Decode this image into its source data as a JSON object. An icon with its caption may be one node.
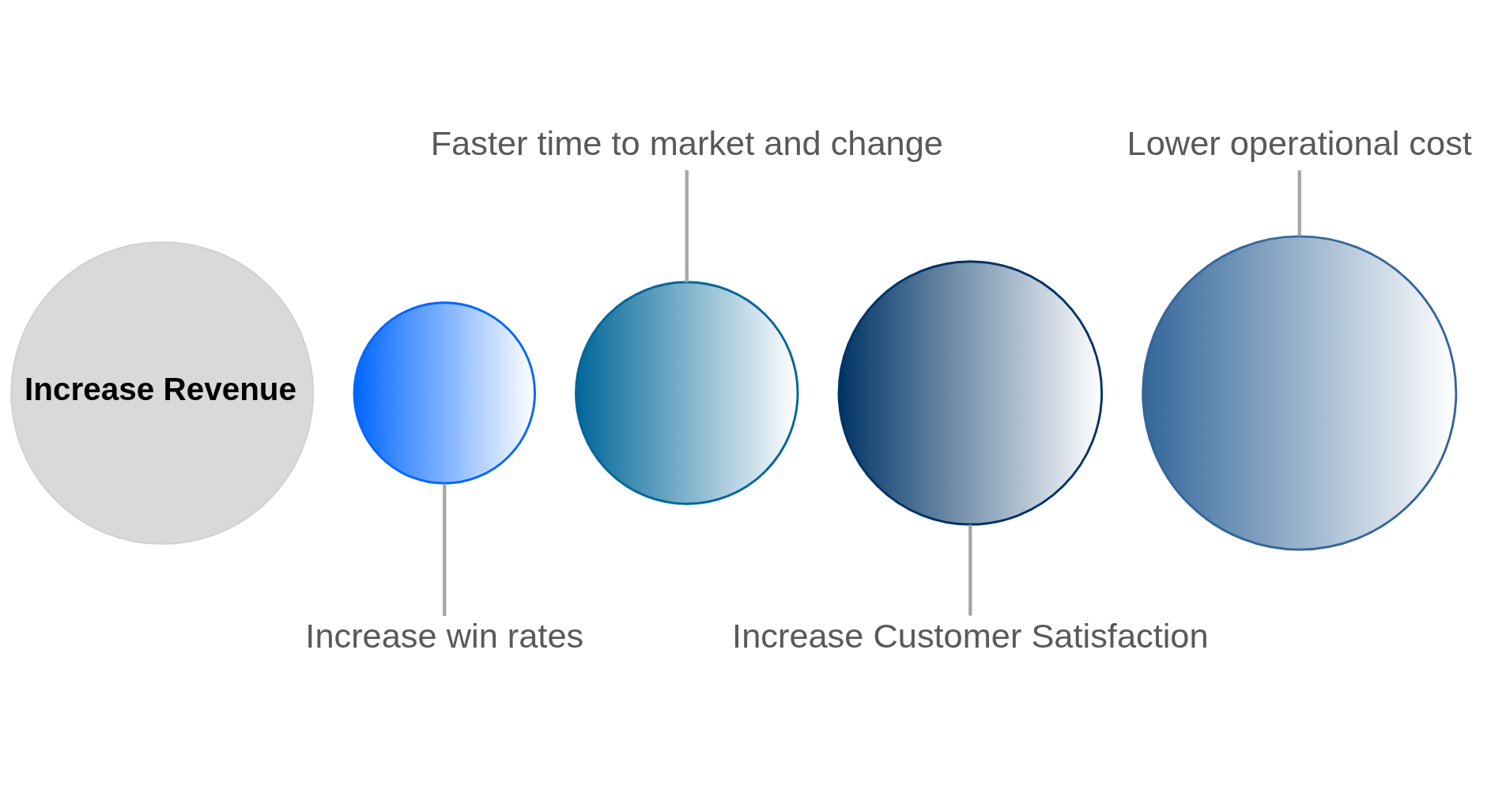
{
  "diagram": {
    "nodes": [
      {
        "text": [
          "Increase Revenue"
        ]
      },
      {
        "text": [],
        "shape": "crescent"
      },
      {
        "text": [],
        "shape": "crescent"
      },
      {
        "text": [],
        "shape": "crescent"
      },
      {
        "text": [],
        "shape": "crescent"
      },
      {
        "text": [
          "Lower operational cost"
        ]
      },
      {
        "text": [
          "Faster time to market and change"
        ]
      },
      {
        "text": [
          "Increase win rates"
        ]
      },
      {
        "text": [
          "Increase Customer Satisfaction"
        ]
      }
    ],
    "edges": [
      {
        "from": 5,
        "to": 4,
        "arrow": "none"
      },
      {
        "from": 6,
        "to": 2,
        "arrow": "none"
      },
      {
        "from": 7,
        "to": 1,
        "arrow": "none"
      },
      {
        "from": 8,
        "to": 3,
        "arrow": "none"
      }
    ]
  }
}
